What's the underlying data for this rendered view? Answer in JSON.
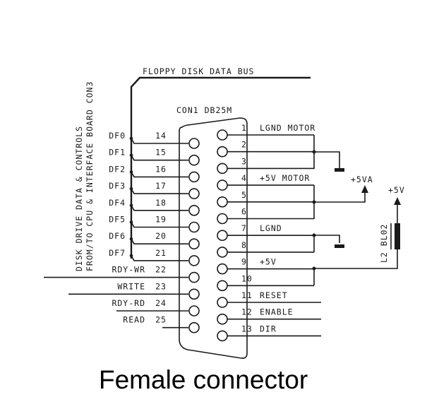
{
  "title_vertical_1": "DISK DRIVE DATA & CONTROLS",
  "title_vertical_2": "FROM/TO CPU & INTERFACE BOARD CON3",
  "bus_label": "FLOPPY DISK DATA BUS",
  "connector_label": "CON1  DB25M",
  "caption": "Female connector",
  "left_pins": [
    {
      "signal": "DF0",
      "pin": "14"
    },
    {
      "signal": "DF1",
      "pin": "15"
    },
    {
      "signal": "DF2",
      "pin": "16"
    },
    {
      "signal": "DF3",
      "pin": "17"
    },
    {
      "signal": "DF4",
      "pin": "18"
    },
    {
      "signal": "DF5",
      "pin": "19"
    },
    {
      "signal": "DF6",
      "pin": "20"
    },
    {
      "signal": "DF7",
      "pin": "21"
    },
    {
      "signal": "RDY-WR",
      "pin": "22"
    },
    {
      "signal": "WRITE",
      "pin": "23"
    },
    {
      "signal": "RDY-RD",
      "pin": "24"
    },
    {
      "signal": "READ",
      "pin": "25"
    }
  ],
  "right_pins": [
    {
      "pin": "1",
      "signal": "LGND MOTOR"
    },
    {
      "pin": "2",
      "signal": ""
    },
    {
      "pin": "3",
      "signal": ""
    },
    {
      "pin": "4",
      "signal": "+5V MOTOR"
    },
    {
      "pin": "5",
      "signal": ""
    },
    {
      "pin": "6",
      "signal": ""
    },
    {
      "pin": "7",
      "signal": "LGND"
    },
    {
      "pin": "8",
      "signal": ""
    },
    {
      "pin": "9",
      "signal": "+5V"
    },
    {
      "pin": "10",
      "signal": ""
    },
    {
      "pin": "11",
      "signal": "RESET"
    },
    {
      "pin": "12",
      "signal": "ENABLE"
    },
    {
      "pin": "13",
      "signal": "DIR"
    }
  ],
  "supply_5va": "+5VA",
  "supply_5v": "+5V",
  "inductor_label": "L2 BL02"
}
